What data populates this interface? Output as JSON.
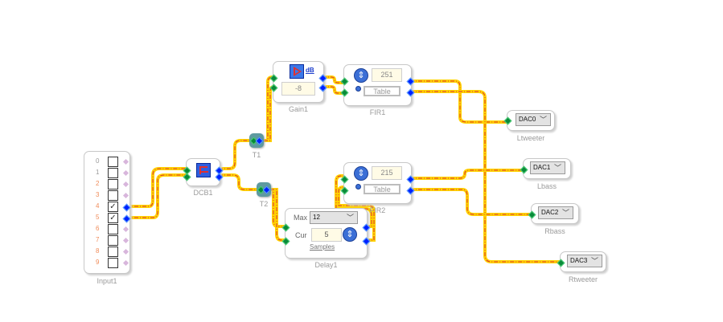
{
  "canvas": {
    "wire_colors": {
      "outer": "#ffd200",
      "inner": "#dd3333"
    },
    "pin_colors": {
      "input": "#0a8a3a",
      "output": "#0020ff",
      "unused": "#d8b6dc"
    }
  },
  "blocks": {
    "input1": {
      "label": "Input1",
      "channels": [
        {
          "num": "0",
          "checked": false
        },
        {
          "num": "1",
          "checked": false
        },
        {
          "num": "2",
          "checked": false
        },
        {
          "num": "3",
          "checked": false
        },
        {
          "num": "4",
          "checked": true
        },
        {
          "num": "5",
          "checked": true
        },
        {
          "num": "6",
          "checked": false
        },
        {
          "num": "7",
          "checked": false
        },
        {
          "num": "8",
          "checked": false
        },
        {
          "num": "9",
          "checked": false
        }
      ],
      "check_mark": "✓"
    },
    "dcb1": {
      "label": "DCB1",
      "icon": "dc-block-icon"
    },
    "t1": {
      "label": "T1"
    },
    "t2": {
      "label": "T2"
    },
    "gain1": {
      "label": "Gain1",
      "value": "-8",
      "unit_link": "dB",
      "icon": "amplifier-icon"
    },
    "fir1": {
      "label": "FIR1",
      "taps": "251",
      "table_button": "Table"
    },
    "fir2": {
      "label": "FIR2",
      "taps": "215",
      "table_button": "Table"
    },
    "delay1": {
      "label": "Delay1",
      "max_label": "Max",
      "max_value": "12",
      "cur_label": "Cur",
      "cur_value": "5",
      "units_link": "Samples"
    },
    "ltweeter": {
      "label": "Ltweeter",
      "output": "DAC0"
    },
    "lbass": {
      "label": "Lbass",
      "output": "DAC1"
    },
    "rbass": {
      "label": "Rbass",
      "output": "DAC2"
    },
    "rtweeter": {
      "label": "Rtweeter",
      "output": "DAC3"
    }
  },
  "glyphs": {
    "chevron": "﹀",
    "updown": "⇕"
  }
}
